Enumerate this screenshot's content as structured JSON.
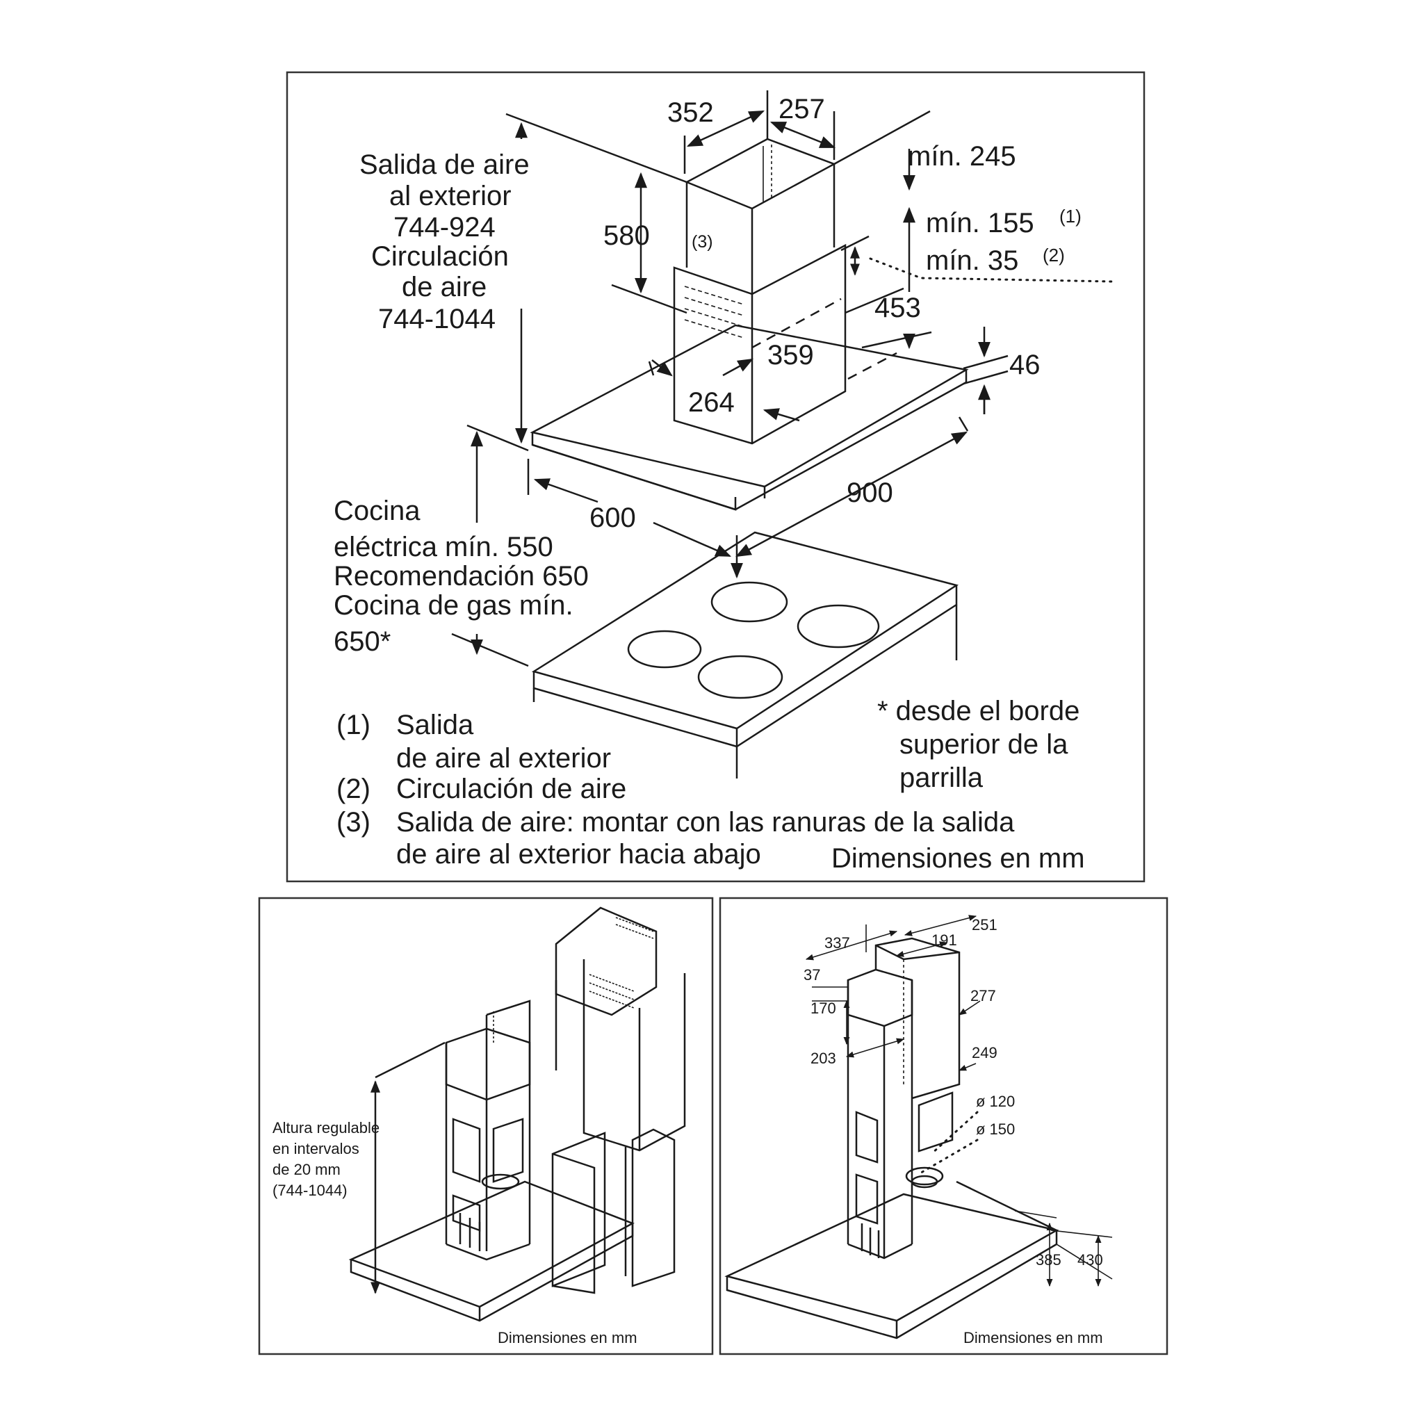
{
  "main_panel": {
    "dims": {
      "chimney_width": "352",
      "chimney_depth": "257",
      "min_top": "mín. 245",
      "chimney_height": "580",
      "min_155": "mín. 155",
      "note1_ref": "(1)",
      "min_35": "mín. 35",
      "note2_ref": "(2)",
      "vent_ref": "(3)",
      "dim_453": "453",
      "dim_359": "359",
      "dim_46": "46",
      "dim_264": "264",
      "width_900": "900",
      "depth_600": "600"
    },
    "air_outlet_label": [
      "Salida de aire",
      "al exterior",
      "744-924",
      "Circulación",
      "de aire",
      "744-1044"
    ],
    "cooktop_label": [
      "Cocina",
      "eléctrica mín. 550",
      "Recomendación 650",
      "Cocina de gas mín.",
      "650*"
    ],
    "asterisk_note": [
      "* desde el borde",
      "superior de la",
      "parrilla"
    ],
    "footnotes": [
      {
        "num": "(1)",
        "lines": [
          "Salida",
          "de aire al exterior"
        ]
      },
      {
        "num": "(2)",
        "lines": [
          "Circulación de aire"
        ]
      },
      {
        "num": "(3)",
        "lines": [
          "Salida de aire: montar con las ranuras de la salida",
          "de aire al exterior hacia abajo"
        ]
      }
    ],
    "units": "Dimensiones en mm"
  },
  "left_panel": {
    "label": [
      "Altura regulable",
      "en intervalos",
      "de 20 mm",
      "(744-1044)"
    ],
    "units": "Dimensiones en mm"
  },
  "right_panel": {
    "dims": {
      "d251": "251",
      "d337": "337",
      "d191": "191",
      "d37": "37",
      "d277": "277",
      "d170": "170",
      "d203": "203",
      "d249": "249",
      "d120": "ø 120",
      "d150": "ø 150",
      "d385": "385",
      "d430": "430"
    },
    "units": "Dimensiones en mm"
  }
}
